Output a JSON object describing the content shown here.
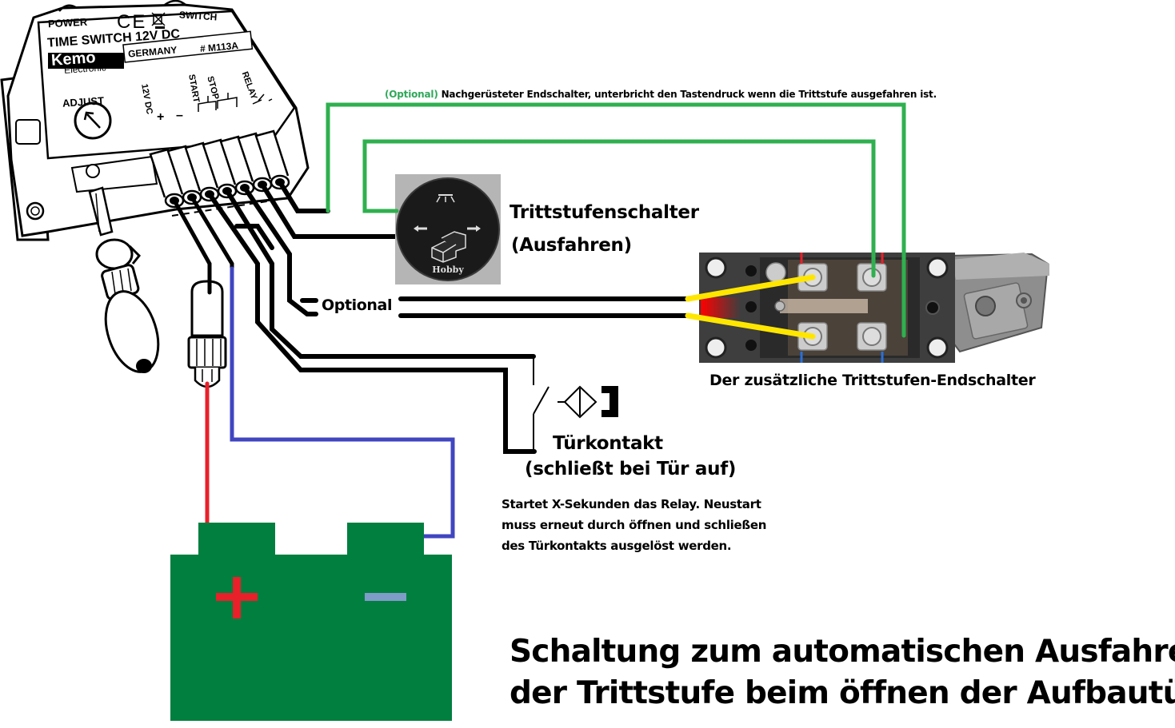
{
  "device": {
    "power_label": "POWER",
    "switch_label": "SWITCH",
    "ce_mark": "CE",
    "model_title": "TIME SWITCH 12V DC",
    "brand": "Kemo",
    "brand_sub": "Electronic",
    "country": "GERMANY",
    "part_number": "# M113A",
    "adjust_label": "ADJUST",
    "terminals": {
      "supply": "12V DC",
      "plus": "+",
      "minus": "–",
      "start": "START",
      "stop": "STOP",
      "relay": "RELAY"
    }
  },
  "annotations": {
    "limit_note_prefix": "(Optional)",
    "limit_note": " Nachgerüsteter Endschalter, unterbricht den Tastendruck wenn die Trittstufe ausgefahren ist.",
    "step_switch_title": "Trittstufenschalter",
    "step_switch_sub": "(Ausfahren)",
    "step_switch_brand": "Hobby",
    "optional_label": "Optional",
    "limit_switch_caption": "Der zusätzliche Trittstufen-Endschalter",
    "door_contact_title": "Türkontakt",
    "door_contact_sub": "(schließt bei  Tür auf)",
    "door_contact_note": [
      "Startet X-Sekunden das Relay. Neustart",
      "muss erneut durch öffnen und schließen",
      "des Türkontakts ausgelöst werden."
    ],
    "battery_plus": "+",
    "battery_minus": "−"
  },
  "title": {
    "line1": "Schaltung zum automatischen Ausfahren",
    "line2": "der Trittstufe beim öffnen der Aufbautür."
  },
  "colors": {
    "wire_black": "#000000",
    "wire_green": "#2fb04f",
    "wire_red": "#e8202a",
    "wire_blue": "#4046c0",
    "wire_yellow": "#ffe600",
    "battery": "#007f3f",
    "battery_minus_bar": "#7f9cc8",
    "optional_text": "#2fa85a",
    "switch_body": "#3c3c3c"
  }
}
